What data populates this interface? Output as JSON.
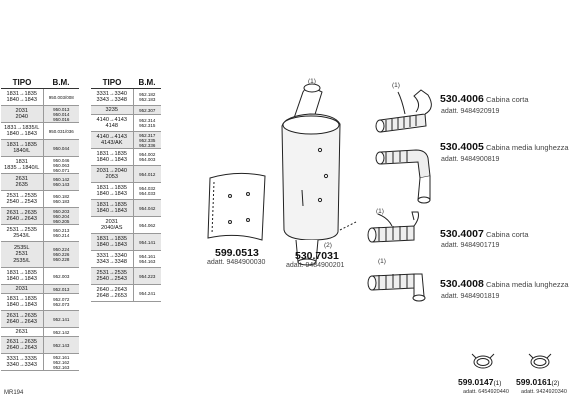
{
  "table_left": {
    "headers": [
      "TIPO",
      "B.M."
    ],
    "rows": [
      {
        "tipo": "1831→1835\n1840→1843",
        "bm": "950.003/008",
        "h": 17
      },
      {
        "tipo": "2031\n2040",
        "bm": "950.013\n950.014\n950.016",
        "h": 17
      },
      {
        "tipo": "1831→1835/L\n1840→1843",
        "bm": "950.031/036",
        "h": 17
      },
      {
        "tipo": "1831→1835\n1840/L",
        "bm": "950.044",
        "h": 17
      },
      {
        "tipo": "1831\n1835→1840/L",
        "bm": "950.046\n950.063\n950.071",
        "h": 17
      },
      {
        "tipo": "2631\n2635",
        "bm": "950.142\n950.143",
        "h": 17
      },
      {
        "tipo": "2531→2535\n2540→2543",
        "bm": "950.182\n950.183",
        "h": 17
      },
      {
        "tipo": "2631→2635\n2640→2643",
        "bm": "950.203\n950.204\n950.205",
        "h": 17
      },
      {
        "tipo": "2531→2535\n2543/L",
        "bm": "950.213\n950.214",
        "h": 17
      },
      {
        "tipo": "2535L\n2531\n2535/L",
        "bm": "950.224\n950.226\n950.228",
        "h": 26
      },
      {
        "tipo": "1831→1835\n1840→1843",
        "bm": "952.003",
        "h": 17
      },
      {
        "tipo": "2031",
        "bm": "952.013",
        "h": 9
      },
      {
        "tipo": "1831→1835\n1840→1843",
        "bm": "952.072\n952.073",
        "h": 17
      },
      {
        "tipo": "2631→2635\n2640→2643",
        "bm": "952.141",
        "h": 17
      },
      {
        "tipo": "2631",
        "bm": "952.142",
        "h": 9
      },
      {
        "tipo": "2631→2635\n2640→2643",
        "bm": "952.143",
        "h": 17
      },
      {
        "tipo": "3331→3335\n3340→3343",
        "bm": "952.161\n952.162\n952.163",
        "h": 17
      }
    ]
  },
  "table_right": {
    "headers": [
      "TIPO",
      "B.M."
    ],
    "rows": [
      {
        "tipo": "3331→3340\n3343→3348",
        "bm": "952.182\n952.183",
        "h": 17
      },
      {
        "tipo": "3235",
        "bm": "952.307",
        "h": 9
      },
      {
        "tipo": "4140→4143\n4148",
        "bm": "952.314\n952.315",
        "h": 17
      },
      {
        "tipo": "4140→4143\n4143/AK",
        "bm": "952.317\n952.335\n952.336",
        "h": 17
      },
      {
        "tipo": "1831→1835\n1840→1843",
        "bm": "954.002\n954.003",
        "h": 17
      },
      {
        "tipo": "2031→2040\n2053",
        "bm": "954.012",
        "h": 17
      },
      {
        "tipo": "1831→1835\n1840→1843",
        "bm": "954.032\n954.033",
        "h": 17
      },
      {
        "tipo": "1831→1835\n1840→1843",
        "bm": "954.042",
        "h": 17
      },
      {
        "tipo": "2031\n2040/AS",
        "bm": "954.062",
        "h": 17
      },
      {
        "tipo": "1831→1835\n1840→1843",
        "bm": "954.141",
        "h": 17
      },
      {
        "tipo": "3331→3340\n3343→3348",
        "bm": "954.161\n954.163",
        "h": 17
      },
      {
        "tipo": "2531→2535\n2540→2543",
        "bm": "954.223",
        "h": 17
      },
      {
        "tipo": "2640→2643\n2648→2653",
        "bm": "954.241",
        "h": 17
      }
    ]
  },
  "parts": {
    "p4006": {
      "code": "530.4006",
      "desc": "Cabina  corta",
      "adatt": "adatt. 9484920919",
      "num": "(1)"
    },
    "p4005": {
      "code": "530.4005",
      "desc": "Cabina  media  lunghezza",
      "adatt": "adatt. 9484900819"
    },
    "p4007": {
      "code": "530.4007",
      "desc": "Cabina  corta",
      "adatt": "adatt. 9484901719",
      "num": "(1)"
    },
    "p4008": {
      "code": "530.4008",
      "desc": "Cabina  media  lunghezza",
      "adatt": "adatt. 9484901819",
      "num": "(1)"
    },
    "p7031": {
      "code": "530.7031",
      "adatt": "adatt. 9484900201",
      "num": "(2)",
      "num_top": "(1)"
    },
    "p0513": {
      "code": "599.0513",
      "adatt": "adatt. 9484900030"
    },
    "p0147": {
      "code": "599.0147",
      "suffix": "(1)",
      "adatt": "adatt. 6454920440"
    },
    "p0161": {
      "code": "599.0161",
      "suffix": "(2)",
      "adatt": "adatt. 9424920340"
    }
  },
  "footer": "MR194"
}
